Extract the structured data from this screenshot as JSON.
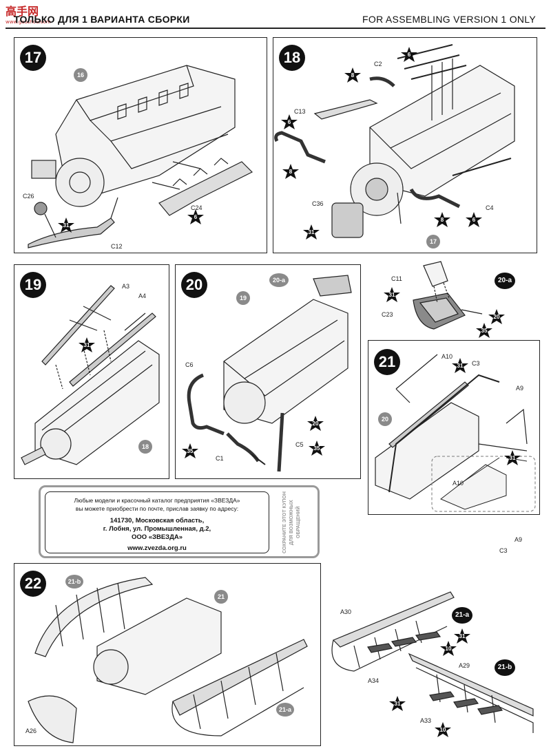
{
  "header": {
    "logo_text": "高手网",
    "logo_sub": "www.gaoshou.com",
    "left_title": "ТОЛЬКО ДЛЯ 1 ВАРИАНТА СБОРКИ",
    "right_title": "FOR ASSEMBLING VERSION 1 ONLY"
  },
  "steps": {
    "s17": {
      "num": "17",
      "labels": {
        "p16": "16",
        "c26": "C26",
        "c24": "C24",
        "c12": "C12"
      },
      "qty": {
        "q31": "31",
        "q6": "6"
      }
    },
    "s18": {
      "num": "18",
      "labels": {
        "c2": "C2",
        "c13": "C13",
        "c36": "C36",
        "c4": "C4"
      },
      "qty": {
        "q6a": "6",
        "q8a": "8",
        "q6b": "6",
        "q8b": "8",
        "q31": "31",
        "q8c": "8",
        "q6c": "6"
      },
      "ref": "17"
    },
    "s19": {
      "num": "19",
      "labels": {
        "a3": "A3",
        "a4": "A4"
      },
      "qty": {
        "q31": "31"
      },
      "ref": "18"
    },
    "s20": {
      "num": "20",
      "labels": {
        "c6": "C6",
        "c1": "C1",
        "c5": "C5"
      },
      "qty": {
        "q35a": "35",
        "q20": "20",
        "q35b": "35"
      },
      "ref": "19",
      "ref_a": "20-a"
    },
    "s20a": {
      "num": "20-a",
      "labels": {
        "c11": "C11",
        "c23": "C23"
      },
      "qty": {
        "q31": "31",
        "q20": "20",
        "q35": "35"
      }
    },
    "s21": {
      "num": "21",
      "labels": {
        "a10": "A10",
        "c3": "C3",
        "a9": "A9",
        "a10b": "A10",
        "a9b": "A9",
        "c3b": "C3"
      },
      "qty": {
        "q31a": "31",
        "q31b": "31"
      },
      "ref": "20"
    },
    "s22": {
      "num": "22",
      "labels": {
        "a26": "A26"
      },
      "ref_21b": "21-b",
      "ref_21": "21",
      "ref_21a": "21-a"
    },
    "s21a": {
      "num": "21-a",
      "labels": {
        "a30": "A30",
        "a34": "A34"
      },
      "qty": {
        "q31": "31",
        "q10": "10"
      }
    },
    "s21b": {
      "num": "21-b",
      "labels": {
        "a29": "A29",
        "a33": "A33"
      },
      "qty": {
        "q31": "31",
        "q10": "10"
      }
    }
  },
  "info": {
    "line1": "Любые модели и красочный каталог предприятия «ЗВЕЗДА»",
    "line2": "вы можете приобрести по почте, прислав заявку по адресу:",
    "addr1": "141730, Московская область,",
    "addr2": "г. Лобня, ул. Промышленная, д.2,",
    "addr3": "ООО «ЗВЕЗДА»",
    "web": "www.zvezda.org.ru",
    "coupon": "СОХРАНИТЕ ЭТОТ КУПОН ДЛЯ ВОЗМОЖНЫХ ОБРАЩЕНИЙ"
  },
  "colors": {
    "ink": "#111111",
    "ref_grey": "#8a8a8a",
    "fill_grey": "#bdbdbd"
  }
}
